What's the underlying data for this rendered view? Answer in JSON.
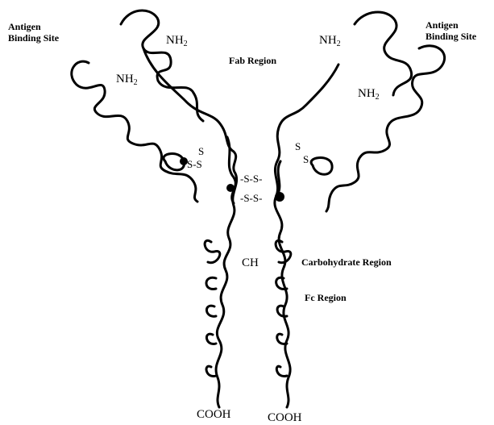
{
  "labels": {
    "antigen_site_left": "Antigen\nBinding Site",
    "antigen_site_right": "Antigen\nBinding Site",
    "nh2_base": "NH",
    "nh2_sub": "2",
    "fab_region": "Fab Region",
    "ss_left_upper": "S",
    "ss_left_lower": "S-S",
    "ss_right_upper": "S",
    "ss_right_lower": "S",
    "hinge_ss_top": "-S-S-",
    "hinge_ss_bottom": "-S-S-",
    "ch": "CH",
    "carbohydrate_region": "Carbohydrate Region",
    "fc_region": "Fc Region",
    "cooh_left": "COOH",
    "cooh_right": "COOH"
  },
  "colors": {
    "stroke": "#000000",
    "background": "#ffffff"
  }
}
